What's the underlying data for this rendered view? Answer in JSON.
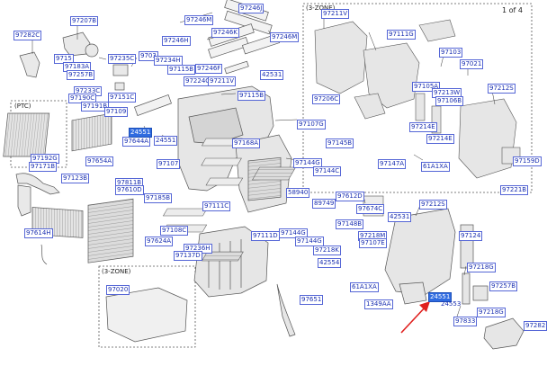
{
  "page_indicator": "1 of 4",
  "zones": {
    "three_zone_top": "(3-ZONE)",
    "ptc": "(PTC)",
    "three_zone_bottom": "(3-ZONE)"
  },
  "callouts": [
    {
      "id": "c01",
      "text": "97207B"
    },
    {
      "id": "c02",
      "text": "97282C"
    },
    {
      "id": "c03",
      "text": "9715"
    },
    {
      "id": "c04",
      "text": "97183A"
    },
    {
      "id": "c05",
      "text": "97257B"
    },
    {
      "id": "c06",
      "text": "97235C"
    },
    {
      "id": "c07",
      "text": "97233C"
    },
    {
      "id": "c08",
      "text": "97190C"
    },
    {
      "id": "c09",
      "text": "97191B"
    },
    {
      "id": "c10",
      "text": "97109"
    },
    {
      "id": "c11",
      "text": "97151C"
    },
    {
      "id": "c12",
      "text": "97246M"
    },
    {
      "id": "c13",
      "text": "97246J"
    },
    {
      "id": "c14",
      "text": "97246H"
    },
    {
      "id": "c15",
      "text": "97246K"
    },
    {
      "id": "c16",
      "text": "97246M"
    },
    {
      "id": "c17",
      "text": "9703"
    },
    {
      "id": "c18",
      "text": "97234H"
    },
    {
      "id": "c19",
      "text": "97115B"
    },
    {
      "id": "c20",
      "text": "97246F"
    },
    {
      "id": "c21",
      "text": "97224C"
    },
    {
      "id": "c22",
      "text": "97211V"
    },
    {
      "id": "c23",
      "text": "42531"
    },
    {
      "id": "c24",
      "text": "97115B"
    },
    {
      "id": "c25",
      "text": "97211V"
    },
    {
      "id": "c26",
      "text": "97111G"
    },
    {
      "id": "c27",
      "text": "97103"
    },
    {
      "id": "c28",
      "text": "97021"
    },
    {
      "id": "c29",
      "text": "97206C"
    },
    {
      "id": "c30",
      "text": "97105A"
    },
    {
      "id": "c31",
      "text": "97213W"
    },
    {
      "id": "c32",
      "text": "97106B"
    },
    {
      "id": "c33",
      "text": "97212S"
    },
    {
      "id": "c34",
      "text": "97214E"
    },
    {
      "id": "c35",
      "text": "97214E"
    },
    {
      "id": "c36",
      "text": "97159D"
    },
    {
      "id": "c37",
      "text": "61A1XA"
    },
    {
      "id": "c38",
      "text": "97221B"
    },
    {
      "id": "c39",
      "text": "97192G"
    },
    {
      "id": "c40",
      "text": "97171B"
    },
    {
      "id": "c41",
      "text": "97654A"
    },
    {
      "id": "c42",
      "text": "97123B"
    },
    {
      "id": "c43",
      "text": "97644A"
    },
    {
      "id": "c44",
      "text": "24551"
    },
    {
      "id": "c45",
      "text": "97107"
    },
    {
      "id": "c46",
      "text": "97168A"
    },
    {
      "id": "c47",
      "text": "97107G"
    },
    {
      "id": "c48",
      "text": "97145B"
    },
    {
      "id": "c49",
      "text": "97144G"
    },
    {
      "id": "c50",
      "text": "97144C"
    },
    {
      "id": "c51",
      "text": "97147A"
    },
    {
      "id": "c52",
      "text": "97811B"
    },
    {
      "id": "c53",
      "text": "97610D"
    },
    {
      "id": "c54",
      "text": "97185B"
    },
    {
      "id": "c55",
      "text": "97108C"
    },
    {
      "id": "c56",
      "text": "97624A"
    },
    {
      "id": "c57",
      "text": "97614H"
    },
    {
      "id": "c58",
      "text": "97111C"
    },
    {
      "id": "c59",
      "text": "58940"
    },
    {
      "id": "c60",
      "text": "89749"
    },
    {
      "id": "c61",
      "text": "97612D"
    },
    {
      "id": "c62",
      "text": "97674C"
    },
    {
      "id": "c63",
      "text": "42531"
    },
    {
      "id": "c64",
      "text": "97212S"
    },
    {
      "id": "c65",
      "text": "97111D"
    },
    {
      "id": "c66",
      "text": "97144G"
    },
    {
      "id": "c67",
      "text": "97144G"
    },
    {
      "id": "c68",
      "text": "97148B"
    },
    {
      "id": "c69",
      "text": "97218M"
    },
    {
      "id": "c70",
      "text": "97107E"
    },
    {
      "id": "c71",
      "text": "97124"
    },
    {
      "id": "c72",
      "text": "97218K"
    },
    {
      "id": "c73",
      "text": "97236H"
    },
    {
      "id": "c74",
      "text": "97137D"
    },
    {
      "id": "c75",
      "text": "42554"
    },
    {
      "id": "c76",
      "text": "97218G"
    },
    {
      "id": "c77",
      "text": "97257B"
    },
    {
      "id": "c78",
      "text": "97020"
    },
    {
      "id": "c79",
      "text": "97651"
    },
    {
      "id": "c80",
      "text": "61A1XA"
    },
    {
      "id": "c81",
      "text": "1349AA"
    },
    {
      "id": "c82",
      "text": "24551"
    },
    {
      "id": "c83",
      "text": "24553"
    },
    {
      "id": "c84",
      "text": "97218G"
    },
    {
      "id": "c85",
      "text": "97833"
    },
    {
      "id": "c86",
      "text": "97282"
    },
    {
      "id": "c87",
      "text": "24551"
    }
  ],
  "colors": {
    "callout_text": "#1a2fb0",
    "callout_border": "#5566d6",
    "highlight_fill": "#2f6be0",
    "arrow": "#e0201e",
    "part_fill": "#e9e9e9",
    "part_stroke": "#555555"
  }
}
